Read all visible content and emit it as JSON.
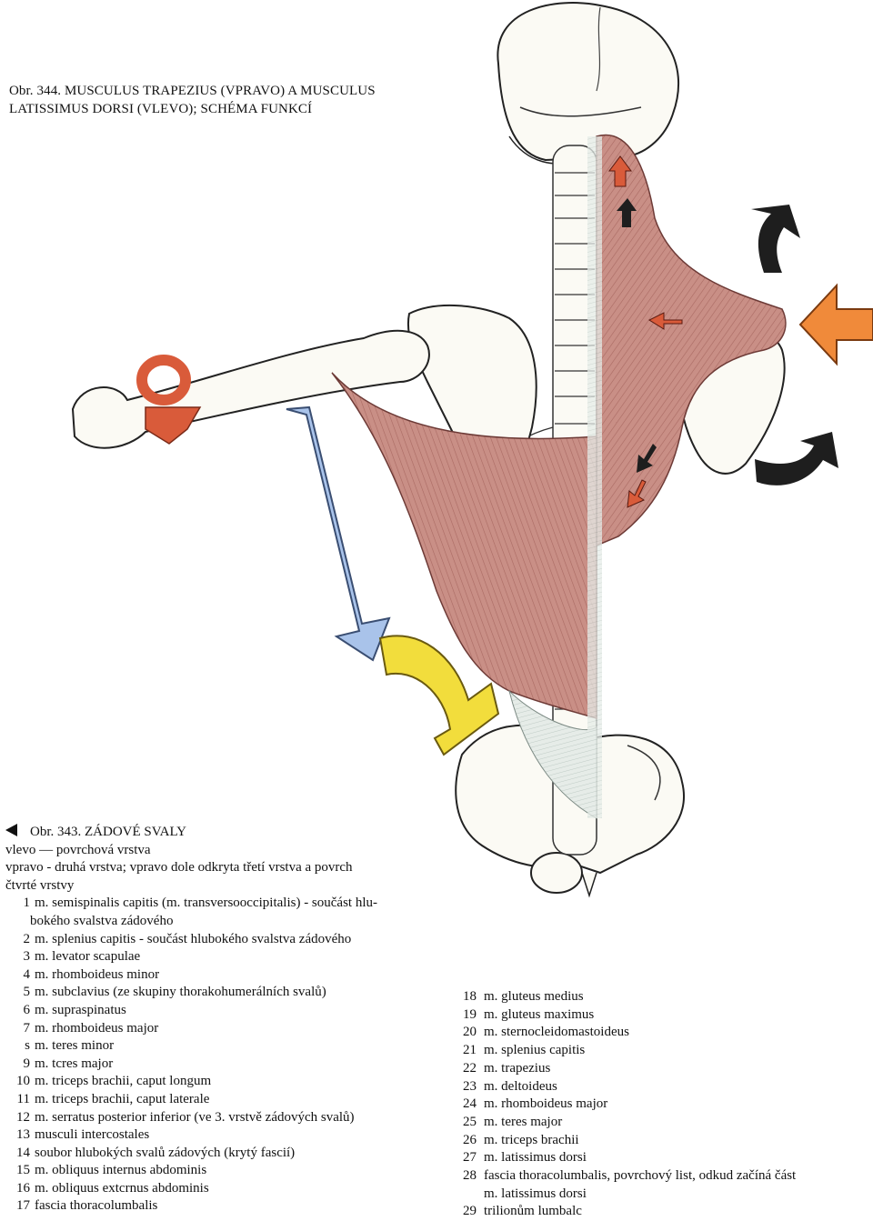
{
  "caption": {
    "line1": "Obr. 344. MUSCULUS TRAPEZIUS (VPRAVO) A MUSCULUS",
    "line2": "LATISSIMUS DORSI (VLEVO); SCHÉMA FUNKCÍ"
  },
  "colors": {
    "bone": "#fbfaf4",
    "muscle": "#c98f86",
    "muscle_dark": "#8e4a44",
    "arrow_orange": "#f08a3a",
    "arrow_red": "#d95b3a",
    "arrow_blue": "#a9c3ea",
    "arrow_yellow": "#f2dd3c",
    "arrow_black": "#1e1e1e"
  },
  "icons": [
    "back-triangle-icon"
  ],
  "legend_left": {
    "title": "Obr. 343. ZÁDOVÉ SVALY",
    "line_a": "vlevo — povrchová vrstva",
    "line_b": "vpravo - druhá vrstva; vpravo dole odkryta třetí vrstva a povrch",
    "line_c": "čtvrté vrstvy",
    "items": [
      {
        "num": "1",
        "text": "m. semispinalis capitis (m. transversooccipitalis) - součást hlu-",
        "cont": "bokého svalstva zádového"
      },
      {
        "num": "2",
        "text": "m. splenius capitis - součást hlubokého svalstva zádového",
        "cont": ""
      },
      {
        "num": "3",
        "text": "m. levator scapulae",
        "cont": ""
      },
      {
        "num": "4",
        "text": "m. rhomboideus minor",
        "cont": ""
      },
      {
        "num": "5",
        "text": "m. subclavius (ze skupiny thorakohumerálních svalů)",
        "cont": ""
      },
      {
        "num": "6",
        "text": "m. supraspinatus",
        "cont": ""
      },
      {
        "num": "7",
        "text": "m. rhomboideus major",
        "cont": ""
      },
      {
        "num": "s",
        "text": "m. teres minor",
        "cont": ""
      },
      {
        "num": "9",
        "text": "m. tcres major",
        "cont": ""
      },
      {
        "num": "10",
        "text": "m. triceps brachii, caput longum",
        "cont": ""
      },
      {
        "num": "11",
        "text": "m. triceps brachii, caput laterale",
        "cont": ""
      },
      {
        "num": "12",
        "text": "m. serratus posterior inferior (ve 3. vrstvě zádových svalů)",
        "cont": ""
      },
      {
        "num": "13",
        "text": "musculi intercostales",
        "cont": ""
      },
      {
        "num": "14",
        "text": "soubor hlubokých svalů zádových (krytý fascií)",
        "cont": ""
      },
      {
        "num": "15",
        "text": "m. obliquus internus abdominis",
        "cont": ""
      },
      {
        "num": "16",
        "text": "m. obliquus extcrnus abdominis",
        "cont": ""
      },
      {
        "num": "17",
        "text": "fascia thoracolumbalis",
        "cont": ""
      }
    ]
  },
  "legend_right": {
    "items": [
      {
        "num": "18",
        "text": "m. gluteus medius",
        "cont": ""
      },
      {
        "num": "19",
        "text": "m. gluteus maximus",
        "cont": ""
      },
      {
        "num": "20",
        "text": "m. sternocleidomastoideus",
        "cont": ""
      },
      {
        "num": "21",
        "text": "m. splenius capitis",
        "cont": ""
      },
      {
        "num": "22",
        "text": "m. trapezius",
        "cont": ""
      },
      {
        "num": "23",
        "text": "m. deltoideus",
        "cont": ""
      },
      {
        "num": "24",
        "text": "m. rhomboideus major",
        "cont": ""
      },
      {
        "num": "25",
        "text": "m. teres major",
        "cont": ""
      },
      {
        "num": "26",
        "text": "m. triceps brachii",
        "cont": ""
      },
      {
        "num": "27",
        "text": "m. latissimus dorsi",
        "cont": ""
      },
      {
        "num": "28",
        "text": "fascia thoracolumbalis, povrchový list, odkud začíná část",
        "cont": "m. latissimus dorsi"
      },
      {
        "num": "29",
        "text": "trilionům lumbalc",
        "cont": ""
      }
    ]
  }
}
